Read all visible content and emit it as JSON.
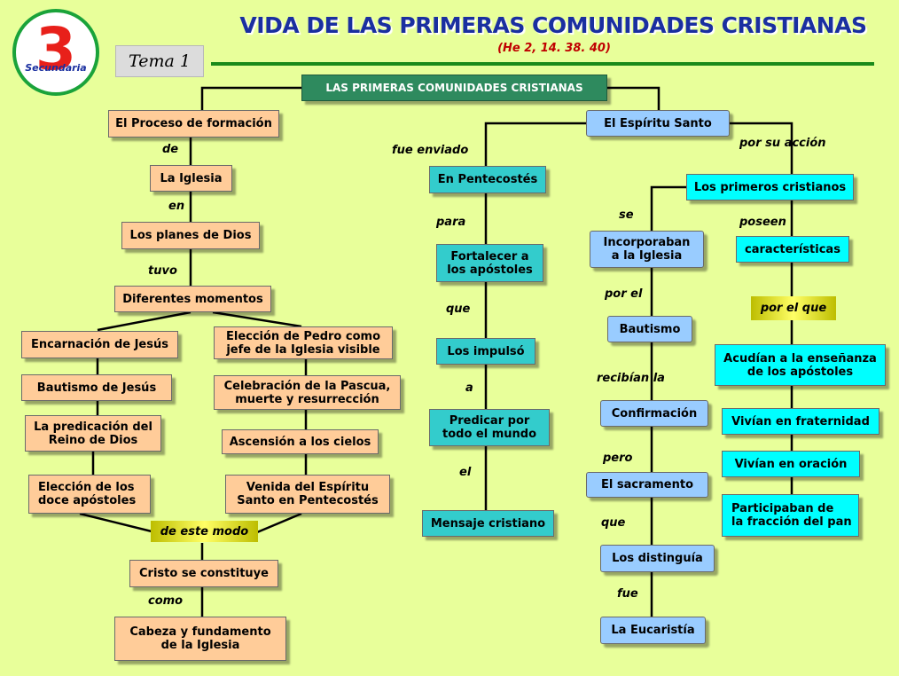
{
  "logo": {
    "number": "3",
    "label": "Secundaria"
  },
  "tema": "Tema 1",
  "title": "VIDA DE LAS  PRIMERAS COMUNIDADES CRISTIANAS",
  "subtitle": "(He 2, 14. 38. 40)",
  "root": "LAS PRIMERAS COMUNIDADES CRISTIANAS",
  "left": {
    "proceso": "El Proceso de formación",
    "de": "de",
    "iglesia": "La Iglesia",
    "en": "en",
    "planes": "Los planes de Dios",
    "tuvo": "tuvo",
    "momentos": "Diferentes momentos",
    "col_a": [
      "Encarnación de Jesús",
      "Bautismo de Jesús",
      "La predicación del\nReino de Dios",
      "Elección de los\ndoce  apóstoles"
    ],
    "col_b": [
      "Elección de Pedro como\njefe de la Iglesia visible",
      "Celebración de la Pascua,\nmuerte  y  resurrección",
      "Ascensión a los cielos",
      "Venida   del   Espíritu\nSanto en Pentecostés"
    ],
    "de_este_modo": "de este modo",
    "cristo": "Cristo se constituye",
    "como": "como",
    "cabeza": "Cabeza y fundamento\nde la Iglesia"
  },
  "middle": {
    "fue_enviado": "fue  enviado",
    "pentecostes": "En Pentecostés",
    "para": "para",
    "fortalecer": "Fortalecer a\nlos apóstoles",
    "que": "que",
    "impulso": "Los impulsó",
    "a": "a",
    "predicar": "Predicar por\ntodo el mundo",
    "el": "el",
    "mensaje": "Mensaje cristiano"
  },
  "right": {
    "espiritu": "El Espíritu Santo",
    "se": "se",
    "incorporaban": "Incorporaban\na la Iglesia",
    "por_el": "por el",
    "bautismo": "Bautismo",
    "recibian_la": "recibían  la",
    "confirmacion": "Confirmación",
    "pero": "pero",
    "sacramento": "El sacramento",
    "que": "que",
    "distinguia": "Los distinguía",
    "fue": "fue",
    "eucaristia": "La Eucaristía"
  },
  "far_right": {
    "por_su_accion": "por su  acción",
    "primeros": "Los primeros cristianos",
    "poseen": "poseen",
    "caracteristicas": "características",
    "por_el_que": "por el que",
    "items": [
      "Acudían a la enseñanza\nde los apóstoles",
      "Vivían en fraternidad",
      "Vivían en oración",
      "Participaban  de\nla fracción del pan"
    ]
  }
}
